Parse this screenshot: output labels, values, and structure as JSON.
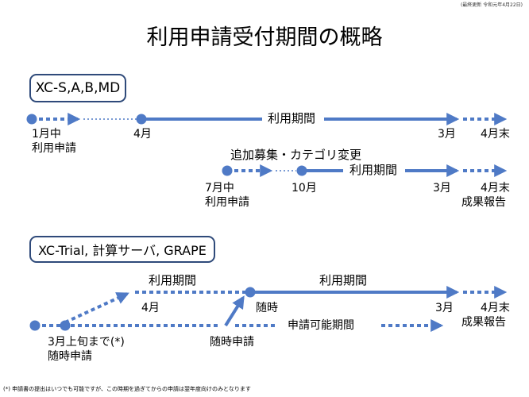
{
  "header": {
    "last_updated": "(最終更新 令和元年4月22日)"
  },
  "title": "利用申請受付期間の概略",
  "section1": {
    "box_label": "XC-S,A,B,MD",
    "main": {
      "label_apply": "1月中",
      "label_apply2": "利用申請",
      "label_start": "4月",
      "label_period": "利用期間",
      "label_end": "3月",
      "label_end2": "4月末"
    },
    "additional": {
      "label_header": "追加募集・カテゴリ変更",
      "label_apply": "7月中",
      "label_apply2": "利用申請",
      "label_start": "10月",
      "label_period": "利用期間",
      "label_end": "3月",
      "label_report": "4月末",
      "label_report2": "成果報告"
    }
  },
  "section2": {
    "box_label": "XC-Trial, 計算サーバ, GRAPE",
    "label_period_top": "利用期間",
    "label_april": "4月",
    "label_apply": "3月上旬まで(*)",
    "label_apply2": "随時申請",
    "label_anytime": "随時",
    "label_anytime_apply": "随時申請",
    "label_period_right": "利用期間",
    "label_end": "3月",
    "label_report": "4月末",
    "label_report2": "成果報告",
    "label_apply_period": "申請可能期間"
  },
  "footnote": "(*) 申請書の提出はいつでも可能ですが、この時期を過ぎてからの申請は翌年度向けのみとなります",
  "colors": {
    "line": "#4f7ac6",
    "box_border": "#2f4a7a"
  }
}
